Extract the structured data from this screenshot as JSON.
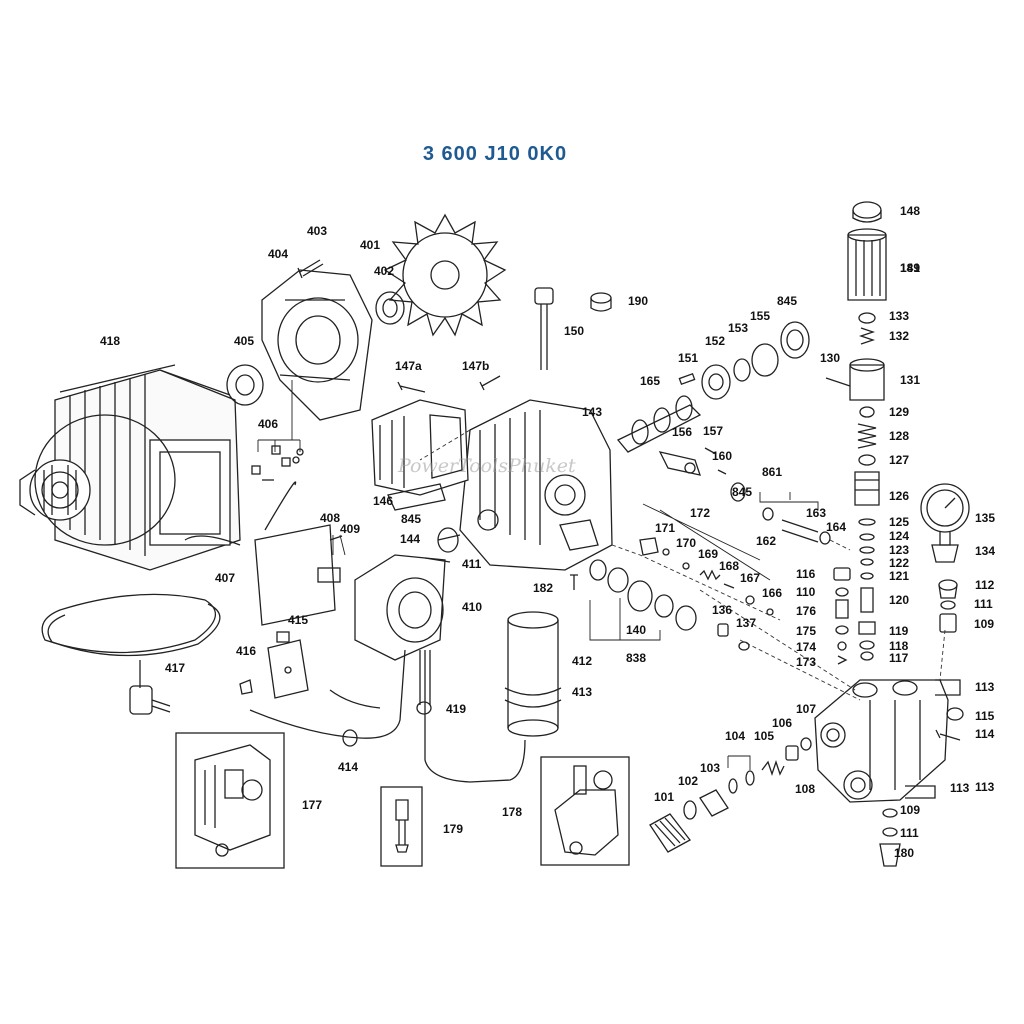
{
  "title": "3 600 J10 0K0",
  "watermark": "PowerToolsPhuket",
  "labels": [
    "401",
    "402",
    "403",
    "404",
    "405",
    "406",
    "407",
    "408",
    "409",
    "410",
    "411",
    "412",
    "413",
    "414",
    "415",
    "416",
    "417",
    "418",
    "419",
    "101",
    "102",
    "103",
    "104",
    "105",
    "106",
    "107",
    "108",
    "109",
    "109",
    "110",
    "111",
    "111",
    "112",
    "113",
    "113",
    "113",
    "114",
    "115",
    "116",
    "117",
    "118",
    "119",
    "120",
    "121",
    "122",
    "123",
    "124",
    "125",
    "126",
    "127",
    "128",
    "129",
    "130",
    "131",
    "132",
    "133",
    "134",
    "135",
    "136",
    "137",
    "140",
    "143",
    "144",
    "146",
    "147a",
    "147b",
    "148",
    "149",
    "150",
    "151",
    "152",
    "153",
    "155",
    "156",
    "157",
    "160",
    "162",
    "163",
    "164",
    "165",
    "166",
    "167",
    "168",
    "169",
    "170",
    "171",
    "172",
    "173",
    "174",
    "175",
    "176",
    "177",
    "178",
    "179",
    "180",
    "181",
    "182",
    "190",
    "838",
    "845",
    "845",
    "845",
    "861"
  ]
}
